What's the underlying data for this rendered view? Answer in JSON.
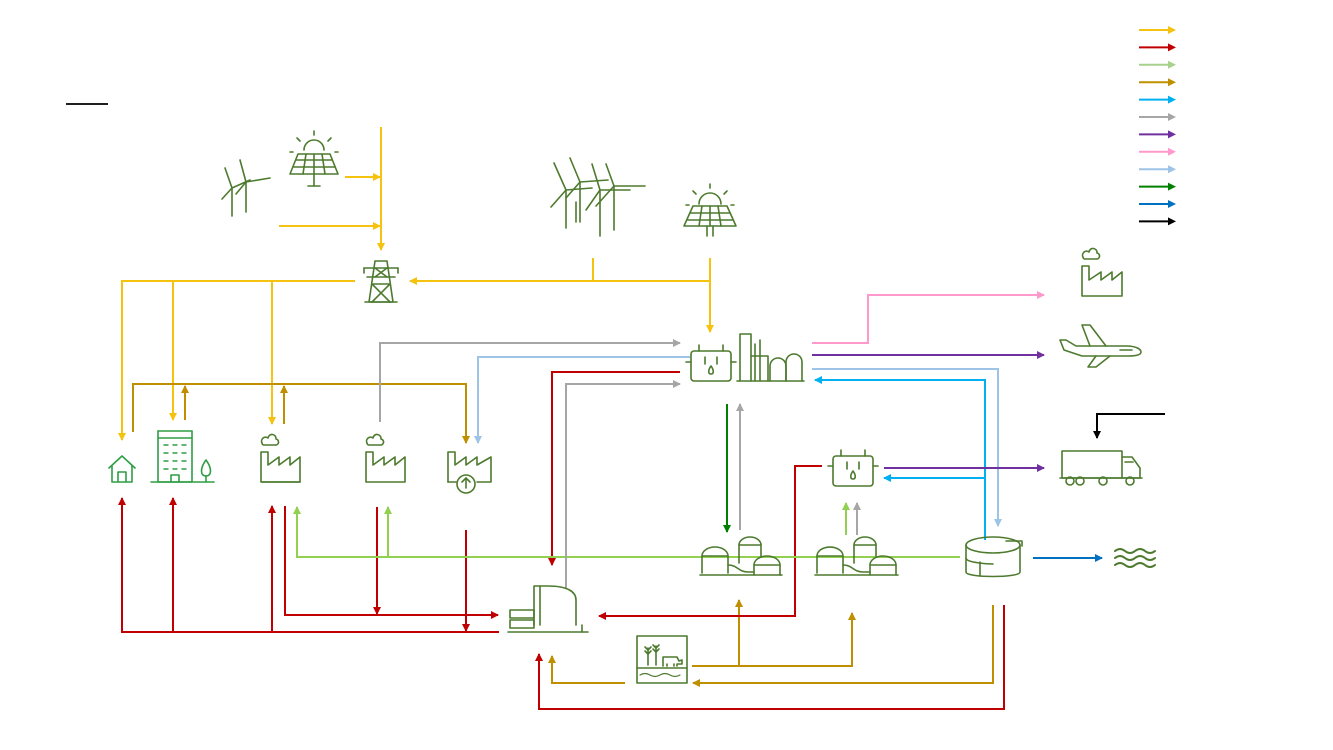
{
  "colors": {
    "electricity": "#f5c20f",
    "heat": "#c00000",
    "biomass": "#92d050",
    "feedstock": "#bf8f00",
    "methane": "#00b0f0",
    "co2": "#a6a6a6",
    "fuel": "#7030a0",
    "hydrogen": "#ff99cc",
    "hydrogen_light": "#9dc3e6",
    "digestate": "#008000",
    "water": "#0070c0",
    "external": "#000000",
    "icon": "#4d7a2e",
    "icon_bright": "#2e9e44"
  },
  "legend": {
    "entries": [
      {
        "color": "#f5c20f"
      },
      {
        "color": "#c00000"
      },
      {
        "color": "#a9d18e"
      },
      {
        "color": "#bf8f00"
      },
      {
        "color": "#00b0f0"
      },
      {
        "color": "#a6a6a6"
      },
      {
        "color": "#7030a0"
      },
      {
        "color": "#ff99cc"
      },
      {
        "color": "#9dc3e6"
      },
      {
        "color": "#008000"
      },
      {
        "color": "#0070c0"
      },
      {
        "color": "#000000"
      }
    ]
  },
  "nodes": [
    {
      "name": "wind-turbines-small-icon",
      "icon": "wind-turbine"
    },
    {
      "name": "solar-panel-small-icon",
      "icon": "solar-panel"
    },
    {
      "name": "wind-farm-icon",
      "icon": "wind-turbine"
    },
    {
      "name": "solar-panel-large-icon",
      "icon": "solar-panel"
    },
    {
      "name": "power-pylon-icon",
      "icon": "power-pylon"
    },
    {
      "name": "house-icon",
      "icon": "house"
    },
    {
      "name": "apartment-building-icon",
      "icon": "building"
    },
    {
      "name": "factory-1-icon",
      "icon": "factory"
    },
    {
      "name": "factory-2-icon",
      "icon": "factory"
    },
    {
      "name": "factory-3-icon",
      "icon": "factory"
    },
    {
      "name": "refinery-icon",
      "icon": "refinery"
    },
    {
      "name": "industry-icon",
      "icon": "factory"
    },
    {
      "name": "airplane-icon",
      "icon": "airplane"
    },
    {
      "name": "truck-icon",
      "icon": "truck"
    },
    {
      "name": "electrolyzer-icon",
      "icon": "electrolyzer"
    },
    {
      "name": "biogas-plant-1-icon",
      "icon": "biogas-plant"
    },
    {
      "name": "biogas-plant-2-icon",
      "icon": "biogas-plant"
    },
    {
      "name": "storage-tank-icon",
      "icon": "storage-tank"
    },
    {
      "name": "water-icon",
      "icon": "water"
    },
    {
      "name": "heat-plant-icon",
      "icon": "heat-plant"
    },
    {
      "name": "farm-icon",
      "icon": "farm"
    }
  ]
}
